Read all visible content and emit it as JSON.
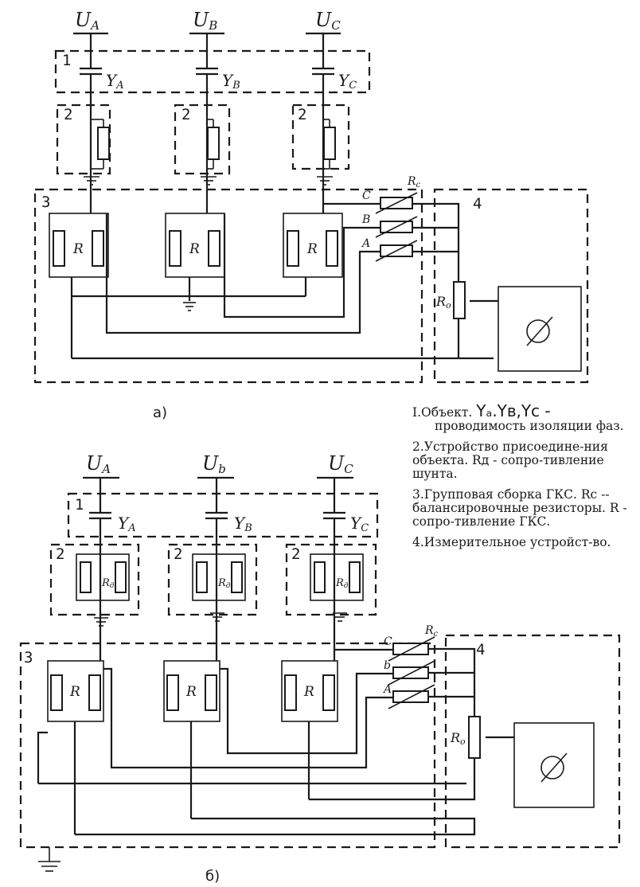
{
  "diagram_a": {
    "caption": "а)",
    "supply": [
      "U",
      "U",
      "U"
    ],
    "supply_sub": [
      "A",
      "B",
      "C"
    ],
    "y_labels": [
      "Y",
      "Y",
      "Y"
    ],
    "y_sub": [
      "A",
      "B",
      "C"
    ],
    "block_numbers": [
      "1",
      "2",
      "3",
      "4"
    ],
    "r_label": "R",
    "phase_letters": [
      "C",
      "B",
      "A"
    ],
    "rc_label": "R",
    "rc_sub": "c",
    "r0_label": "R",
    "r0_sub": "o"
  },
  "diagram_b": {
    "caption": "б)",
    "supply": [
      "U",
      "U",
      "U"
    ],
    "supply_sub": [
      "A",
      "b",
      "C"
    ],
    "y_labels": [
      "Y",
      "Y",
      "Y"
    ],
    "y_sub": [
      "A",
      "B",
      "C"
    ],
    "block_numbers": [
      "1",
      "2",
      "3",
      "4"
    ],
    "r_label": "R",
    "rd_label": "R",
    "rd_sub": "д",
    "phase_letters": [
      "C",
      "b",
      "A"
    ],
    "rc_label": "R",
    "rc_sub": "c",
    "r0_label": "R",
    "r0_sub": "o"
  },
  "legend": {
    "item1_a": "I.Объект.",
    "item1_formula": "Yₐ.Yʙ,Yc -",
    "item1_b": "проводимость изоляции фаз.",
    "item2": "2.Устройство присоедине-ния объекта. Rд - сопро-тивление шунта.",
    "item3": "3.Групповая сборка ГКС. Rc --балансировочные резисторы. R - сопро-тивление ГКС.",
    "item4": "4.Измерительное устройст-во."
  }
}
